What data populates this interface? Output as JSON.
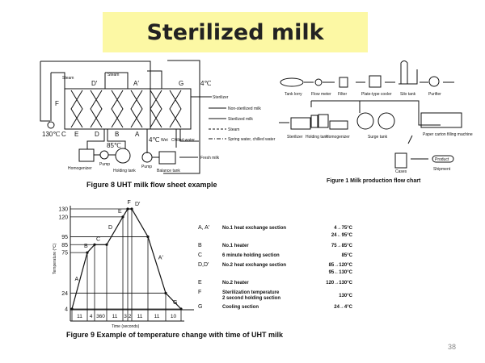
{
  "slide": {
    "title": "Sterilized milk",
    "page_number": "38"
  },
  "figure8": {
    "caption": "Figure 8 UHT milk flow sheet example",
    "labels": {
      "steam1": "Steam",
      "steam2": "Steam",
      "d_prime": "D′",
      "a_prime": "A′",
      "g": "G",
      "f": "F",
      "temp_130": "130℃",
      "c": "C",
      "e": "E",
      "d": "D",
      "b": "B",
      "a": "A",
      "temp_4_top": "4℃",
      "temp_4_bottom": "4℃",
      "temp_85": "85℃",
      "wet": "Wet",
      "chilled_water": "Chilled water",
      "sterilizer": "Sterilizer",
      "fresh_milk": "Fresh milk",
      "homogenizer": "Homogenizer",
      "pump1": "Pump",
      "holding_tank": "Holding tank",
      "pump2": "Pump",
      "balance_tank": "Balance tank"
    },
    "legend": [
      "Non-sterilized milk",
      "Sterilized milk",
      "Steam",
      "Spring water, chilled water"
    ]
  },
  "figure1": {
    "caption": "Figure 1 Milk production flow chart",
    "labels": {
      "tank_lorry": "Tank lorry",
      "flow_meter": "Flow meter",
      "filter": "Filter",
      "plate_cooler": "Plate-type cooler",
      "silo_tank": "Silo tank",
      "purifier": "Purifier",
      "sterilizer": "Sterilizer",
      "holding_tank": "Holding tank",
      "homogenizer": "Homogenizer",
      "surge_tank": "Surge tank",
      "paper_carton": "Paper carton filling machine",
      "cases": "Cases",
      "product": "Product",
      "shipment": "Shipment"
    }
  },
  "figure9": {
    "caption": "Figure 9 Example of temperature change with time of UHT milk",
    "ylabel": "Temperature (℃)",
    "xlabel": "Time (seconds)",
    "y_ticks": [
      "130",
      "120",
      "95",
      "85",
      "75",
      "24",
      "4"
    ],
    "segments": [
      "11",
      "4",
      "360",
      "11",
      "3",
      "2",
      "11",
      "11",
      "10"
    ],
    "point_labels": [
      "A",
      "B",
      "C",
      "D",
      "E",
      "F",
      "D′",
      "A′",
      "G"
    ],
    "table": [
      {
        "code": "A, A′",
        "desc": "No.1 heat exchange section",
        "values": [
          "4→75°C",
          "24←95°C"
        ]
      },
      {
        "code": "B",
        "desc": "No.1 heater",
        "values": [
          "75→85°C"
        ]
      },
      {
        "code": "C",
        "desc": "6 minute holding section",
        "values": [
          "85°C"
        ]
      },
      {
        "code": "D,D′",
        "desc": "No.2 heat exchange section",
        "values": [
          "85→120°C",
          "95←130°C"
        ]
      },
      {
        "code": "E",
        "desc": "No.2 heater",
        "values": [
          "120→130°C"
        ]
      },
      {
        "code": "F",
        "desc": "Sterilization temperature",
        "desc2": "2 second holding section",
        "values": [
          "130°C"
        ]
      },
      {
        "code": "G",
        "desc": "Cooling section",
        "values": [
          "24→4°C"
        ]
      }
    ]
  },
  "chart_data": {
    "type": "line",
    "title": "Figure 9 Example of temperature change with time of UHT milk",
    "xlabel": "Time (seconds)",
    "ylabel": "Temperature (℃)",
    "segment_durations_s": [
      11,
      4,
      360,
      11,
      3,
      2,
      11,
      11,
      10
    ],
    "temperatures_c": [
      4,
      75,
      85,
      85,
      120,
      130,
      130,
      95,
      24,
      4
    ]
  }
}
